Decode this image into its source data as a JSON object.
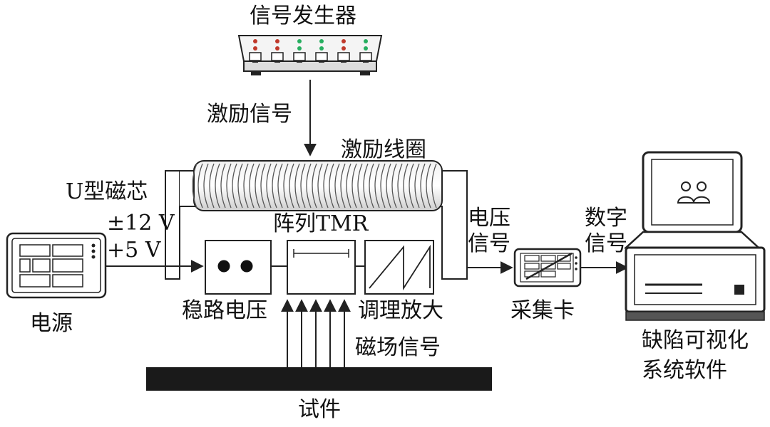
{
  "labels": {
    "signal_generator": "信号发生器",
    "excitation_signal": "激励信号",
    "excitation_coil": "激励线圈",
    "u_core": "U型磁芯",
    "voltage_pm12": "±12 V",
    "voltage_p5": "+5 V",
    "tmr_array": "阵列TMR",
    "voltage_signal_line1": "电压",
    "voltage_signal_line2": "信号",
    "digital_signal_line1": "数字",
    "digital_signal_line2": "信号",
    "power_supply": "电源",
    "voltage_regulation": "稳路电压",
    "conditioning_amplifier": "调理放大",
    "acquisition_card": "采集卡",
    "magnetic_field_signal": "磁场信号",
    "specimen": "试件",
    "software_line1": "缺陷可视化",
    "software_line2": "系统软件"
  },
  "colors": {
    "stroke": "#222222",
    "led_red": "#c0392b",
    "led_green": "#27ae60",
    "specimen": "#1a1a1a"
  },
  "icons": {
    "signal_generator": "network-switch-icon",
    "power_supply": "power-panel-icon",
    "acquisition_card": "data-acquisition-card-icon",
    "computer": "computer-workstation-icon",
    "users": "users-icon"
  }
}
